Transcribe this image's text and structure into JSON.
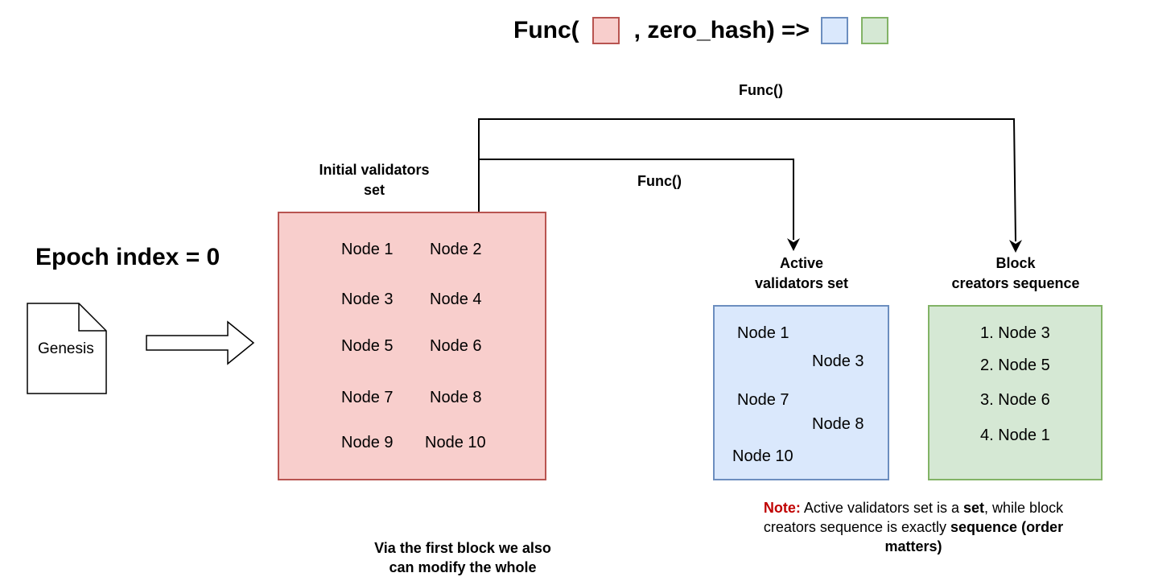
{
  "headline": {
    "prefix": "Func(",
    "middle": ", zero_hash) =>",
    "input_swatch_color": "#f8cecc",
    "output_swatch_colors": [
      "#dae8fc",
      "#d5e8d4"
    ]
  },
  "connectors": {
    "top_label": "Func()",
    "inner_label": "Func()"
  },
  "epoch": {
    "label": "Epoch index = 0"
  },
  "genesis": {
    "label": "Genesis",
    "icon": "document-icon"
  },
  "transition_arrow_icon": "hollow-right-arrow-icon",
  "initial_set": {
    "title_line1": "Initial validators",
    "title_line2": "set",
    "color": "#f8cecc",
    "nodes": [
      "Node 1",
      "Node 2",
      "Node 3",
      "Node 4",
      "Node 5",
      "Node 6",
      "Node 7",
      "Node 8",
      "Node 9",
      "Node 10"
    ]
  },
  "active_set": {
    "title_line1": "Active",
    "title_line2": "validators set",
    "color": "#dae8fc",
    "nodes": [
      "Node 1",
      "Node 3",
      "Node 7",
      "Node 8",
      "Node 10"
    ]
  },
  "creators_sequence": {
    "title_line1": "Block",
    "title_line2": "creators sequence",
    "color": "#d5e8d4",
    "items": [
      "1. Node 3",
      "2. Node 5",
      "3. Node 6",
      "4. Node 1"
    ]
  },
  "note": {
    "label": "Note:",
    "text1": " Active validators set is a ",
    "bold1": "set",
    "text2": ", while block creators sequence is exactly ",
    "bold2": "sequence (order matters)"
  },
  "bottom_text": {
    "line1": "Via the first block we also",
    "line2": "can modify the whole"
  }
}
